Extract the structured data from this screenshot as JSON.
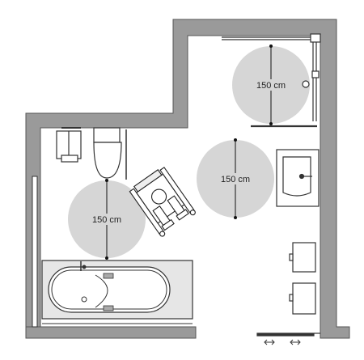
{
  "turning_circles": [
    {
      "label": "150 cm"
    },
    {
      "label": "150 cm"
    },
    {
      "label": "150 cm"
    }
  ],
  "colors": {
    "wall": "#9a9a9a",
    "wall_outline": "#555555",
    "circle_fill": "#d6d6d6",
    "fixture_stroke": "#333333",
    "floor": "#ffffff"
  },
  "icons": [
    "wall-icon",
    "toilet-icon",
    "sink-icon",
    "bathtub-icon",
    "wheelchair-icon",
    "grab-bar-icon",
    "sliding-door-icon",
    "shower-icon",
    "cabinet-icon"
  ]
}
